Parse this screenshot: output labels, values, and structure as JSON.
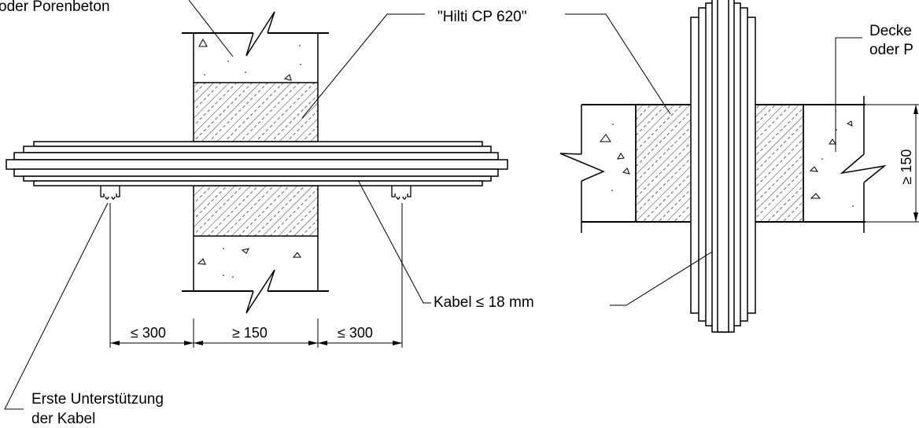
{
  "labels": {
    "wall_material": "oder Porenbeton",
    "product": "\"Hilti CP 620\"",
    "slab_material_1": "Decke",
    "slab_material_2": "oder P",
    "cable": "Kabel ≤ 18 mm",
    "support_1": "Erste Unterstützung",
    "support_2": "der Kabel"
  },
  "dimensions": {
    "left_span": "≤ 300",
    "wall_thickness": "≥ 150",
    "right_span": "≤ 300",
    "slab_thickness": "≥ 150"
  },
  "colors": {
    "line": "#000000",
    "background": "#ffffff"
  }
}
